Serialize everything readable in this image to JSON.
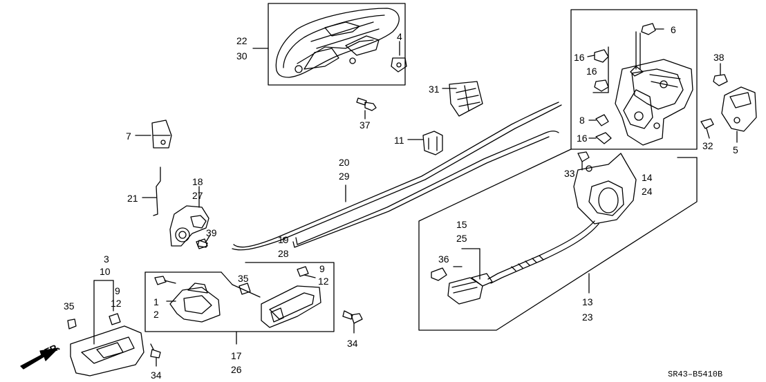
{
  "callouts": [
    {
      "id": "22",
      "text": "22"
    },
    {
      "id": "30",
      "text": "30"
    },
    {
      "id": "4",
      "text": "4"
    },
    {
      "id": "6",
      "text": "6"
    },
    {
      "id": "16a",
      "text": "16"
    },
    {
      "id": "16b",
      "text": "16"
    },
    {
      "id": "38",
      "text": "38"
    },
    {
      "id": "31",
      "text": "31"
    },
    {
      "id": "37",
      "text": "37"
    },
    {
      "id": "7",
      "text": "7"
    },
    {
      "id": "11",
      "text": "11"
    },
    {
      "id": "8",
      "text": "8"
    },
    {
      "id": "16c",
      "text": "16"
    },
    {
      "id": "32",
      "text": "32"
    },
    {
      "id": "5",
      "text": "5"
    },
    {
      "id": "20",
      "text": "20"
    },
    {
      "id": "29",
      "text": "29"
    },
    {
      "id": "14",
      "text": "14"
    },
    {
      "id": "24",
      "text": "24"
    },
    {
      "id": "33",
      "text": "33"
    },
    {
      "id": "18",
      "text": "18"
    },
    {
      "id": "27",
      "text": "27"
    },
    {
      "id": "21",
      "text": "21"
    },
    {
      "id": "39",
      "text": "39"
    },
    {
      "id": "19",
      "text": "19"
    },
    {
      "id": "28",
      "text": "28"
    },
    {
      "id": "15",
      "text": "15"
    },
    {
      "id": "25",
      "text": "25"
    },
    {
      "id": "36",
      "text": "36"
    },
    {
      "id": "3",
      "text": "3"
    },
    {
      "id": "10",
      "text": "10"
    },
    {
      "id": "9a",
      "text": "9"
    },
    {
      "id": "12a",
      "text": "12"
    },
    {
      "id": "35a",
      "text": "35"
    },
    {
      "id": "35b",
      "text": "35"
    },
    {
      "id": "9b",
      "text": "9"
    },
    {
      "id": "12b",
      "text": "12"
    },
    {
      "id": "1",
      "text": "1"
    },
    {
      "id": "2",
      "text": "2"
    },
    {
      "id": "13",
      "text": "13"
    },
    {
      "id": "23",
      "text": "23"
    },
    {
      "id": "34a",
      "text": "34"
    },
    {
      "id": "17",
      "text": "17"
    },
    {
      "id": "26",
      "text": "26"
    },
    {
      "id": "34b",
      "text": "34"
    }
  ],
  "direction_label": "FR.",
  "diagram_code": "SR43–B5410B"
}
